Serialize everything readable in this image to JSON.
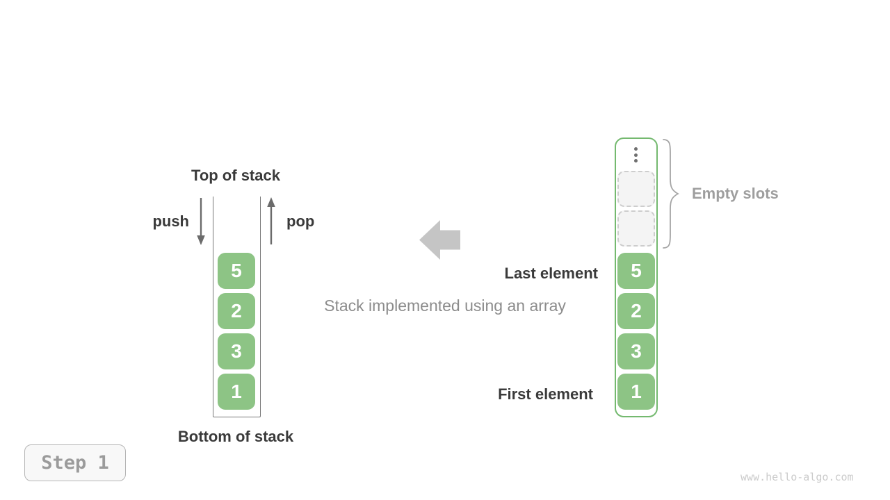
{
  "left_stack": {
    "top_label": "Top of stack",
    "bottom_label": "Bottom of stack",
    "push_label": "push",
    "pop_label": "pop",
    "elements": [
      "5",
      "2",
      "3",
      "1"
    ]
  },
  "middle": {
    "caption": "Stack implemented using an array",
    "arrow_icon": "left-arrow"
  },
  "right_array": {
    "ellipsis_icon": "vertical-dots",
    "empty_slot_count": 2,
    "empty_slots_label": "Empty slots",
    "last_element_label": "Last element",
    "first_element_label": "First element",
    "elements": [
      "5",
      "2",
      "3",
      "1"
    ]
  },
  "step_badge": {
    "label": "Step 1"
  },
  "watermark": {
    "text": "www.hello-algo.com"
  },
  "colors": {
    "element_green": "#8DC485",
    "array_border_green": "#74B96F",
    "text_dark": "#3A3A3A",
    "caption_gray": "#8C8C8C",
    "label_gray": "#9E9E9E",
    "big_arrow_gray": "#C5C5C5",
    "slot_bg": "#F4F4F4",
    "slot_border": "#CDCDCD",
    "arrow_stroke_gray": "#6B6B6B",
    "step_text_gray": "#9B9B9B",
    "watermark_gray": "#CBCBCB"
  }
}
